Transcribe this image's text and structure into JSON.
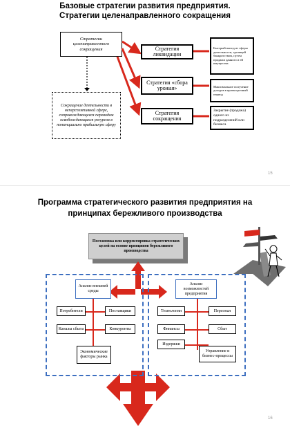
{
  "slide1": {
    "title_line1": "Базовые стратегии развития предприятия.",
    "title_line2": "Стратегии целенаправленного сокращения",
    "central_box": "Стратегии целенаправленного сокращения",
    "dotted_box": "Сокращение деятельности в неперспективной сфере, сопровождающееся переводом освобождающихся ресурсов в потенциально прибыльную сферу",
    "strategies": [
      {
        "name": "Стратегия ликвидации",
        "desc": "Быстрый выход из сферы деятельности, грозящей банкротством, путем продажи данного и ей имущества"
      },
      {
        "name": "Стратегия «сбора урожая»",
        "desc": "Максимальное получение доходов в краткосрочный период"
      },
      {
        "name": "Стратегия сокращения",
        "desc": "Закрытие (продажа) одного из подразделений или бизнеса"
      }
    ],
    "page_number": "15"
  },
  "slide2": {
    "title_line1": "Программа стратегического развития предприятия на",
    "title_line2": "принципах бережливого производства",
    "top_box": "Постановка или корректировка стратегических целей на основе принципов бережливого производства",
    "left_panel": {
      "header": "Анализ внешней среды",
      "items": [
        "Потребители",
        "Поставщики",
        "Каналы сбыта",
        "Конкуренты",
        "Экономические факторы рынка"
      ]
    },
    "right_panel": {
      "header": "Анализ возможностей предприятия",
      "items": [
        "Технологии",
        "Персонал",
        "Финансы",
        "Сбыт",
        "Издержки",
        "Управление и бизнес-процессы"
      ]
    },
    "page_number": "16"
  },
  "colors": {
    "accent_red": "#d8281c",
    "dashed_blue": "#3d6fc0"
  }
}
